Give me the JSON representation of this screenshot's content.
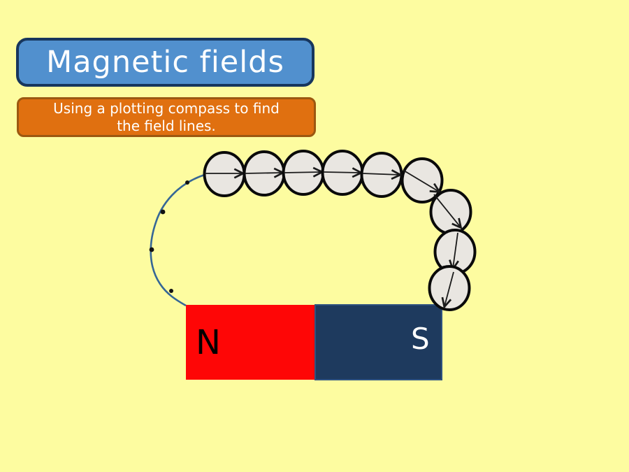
{
  "slide": {
    "title": "Magnetic fields",
    "subtitle": {
      "line1": "Using a plotting compass to find",
      "line2": "the field lines."
    },
    "magnet": {
      "north_label": "N",
      "south_label": "S",
      "north_color": "#fe0606",
      "south_color": "#1e3a5e",
      "south_border_color": "#2e5180"
    },
    "diagram": {
      "compass_count": 9,
      "field_line_dot_count": 4,
      "compass_fill": "#e9e6e1",
      "compass_border": "#0a0a0a",
      "field_line_color": "#366796"
    },
    "colors": {
      "background": "#fdfca0",
      "title_fill": "#5190ce",
      "title_border": "#17365d",
      "title_text": "#ffffff",
      "subtitle_fill": "#e07010",
      "subtitle_border": "#9c5810",
      "subtitle_text": "#ffffff"
    }
  }
}
